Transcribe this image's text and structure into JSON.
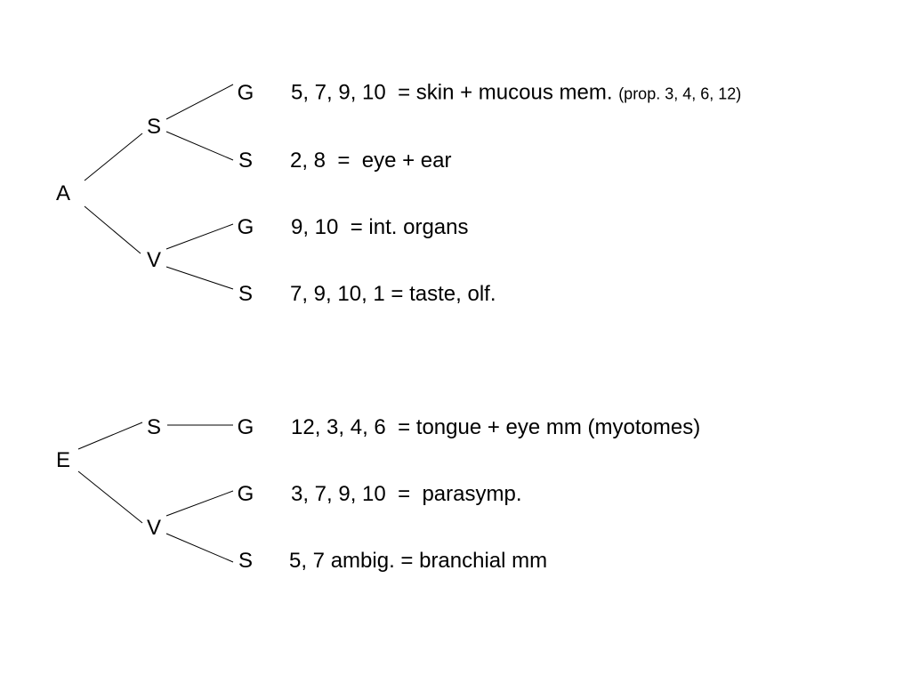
{
  "tree_afferent": {
    "root": "A",
    "somatic": {
      "label": "S",
      "general": {
        "label": "G",
        "nerves": "5, 7, 9, 10",
        "target": "= skin + mucous mem.",
        "note": "(prop. 3, 4, 6, 12)"
      },
      "special": {
        "label": "S",
        "nerves": "2, 8",
        "target": "=  eye + ear"
      }
    },
    "visceral": {
      "label": "V",
      "general": {
        "label": "G",
        "nerves": "9, 10",
        "target": "= int. organs"
      },
      "special": {
        "label": "S",
        "nerves": "7, 9, 10, 1",
        "target": "= taste, olf."
      }
    }
  },
  "tree_efferent": {
    "root": "E",
    "somatic": {
      "label": "S",
      "general": {
        "label": "G",
        "nerves": "12, 3, 4, 6",
        "target": "= tongue + eye mm (myotomes)"
      }
    },
    "visceral": {
      "label": "V",
      "general": {
        "label": "G",
        "nerves": "3, 7, 9, 10",
        "target": "=  parasymp."
      },
      "special": {
        "label": "S",
        "nerves": "5, 7 ambig.",
        "target": "= branchial mm"
      }
    }
  }
}
